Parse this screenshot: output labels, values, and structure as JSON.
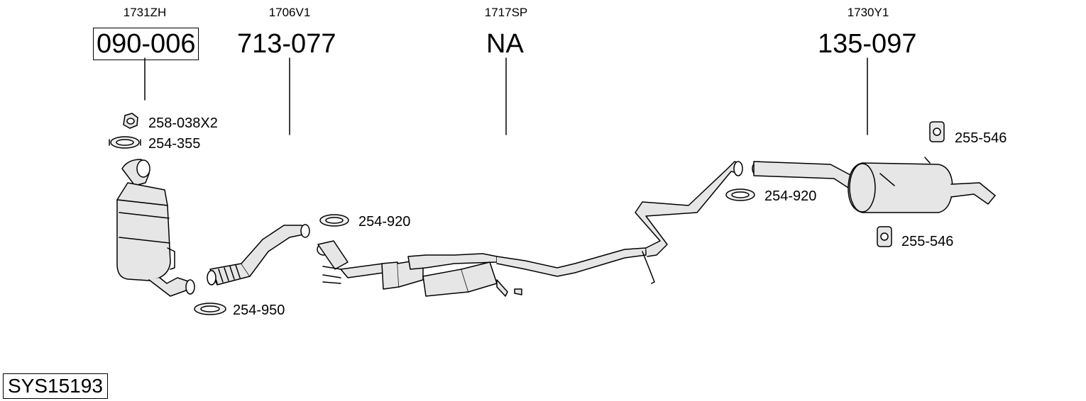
{
  "diagram_id": "SYS15193",
  "sections": [
    {
      "oem_ref": "1731ZH",
      "part_number": "090-006"
    },
    {
      "oem_ref": "1706V1",
      "part_number": "713-077"
    },
    {
      "oem_ref": "1717SP",
      "part_number": "NA"
    },
    {
      "oem_ref": "1730Y1",
      "part_number": "135-097"
    }
  ],
  "fitting_labels": {
    "nut": "258-038X2",
    "clamp_top": "254-355",
    "clamp_flex_pipe": "254-950",
    "clamp_mid": "254-920",
    "clamp_rear": "254-920",
    "hanger_top": "255-546",
    "hanger_bottom": "255-546"
  }
}
